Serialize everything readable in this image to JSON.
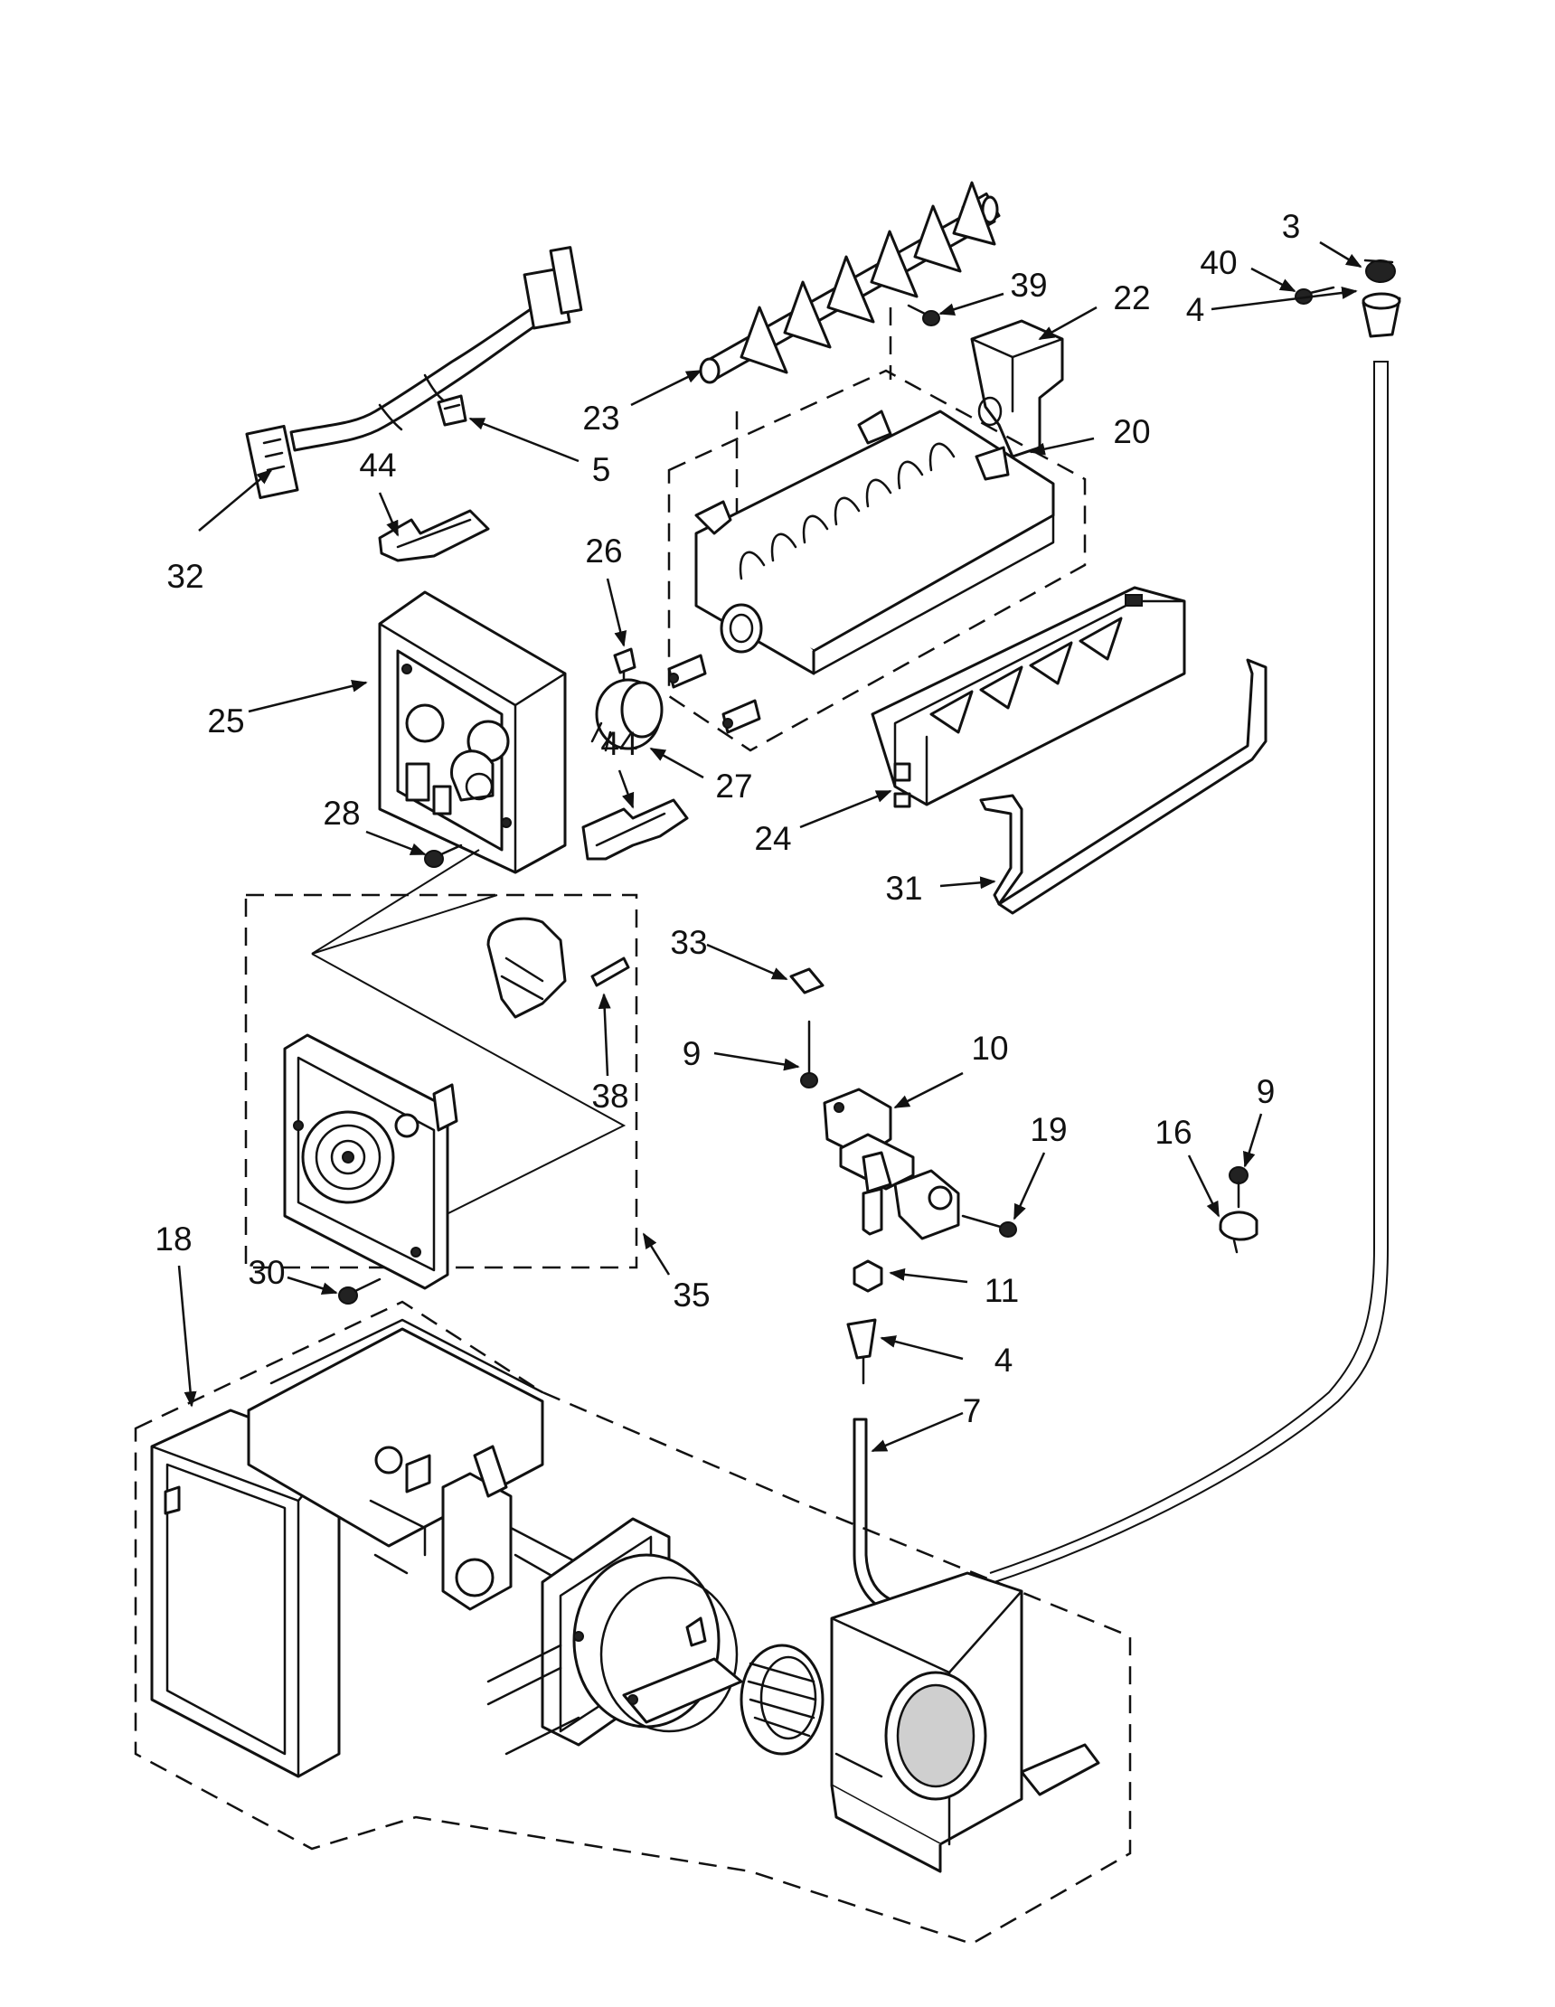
{
  "diagram": {
    "type": "exploded-parts-diagram",
    "callouts": [
      {
        "id": "c3",
        "label": "3"
      },
      {
        "id": "c40",
        "label": "40"
      },
      {
        "id": "c4a",
        "label": "4"
      },
      {
        "id": "c39",
        "label": "39"
      },
      {
        "id": "c22",
        "label": "22"
      },
      {
        "id": "c23",
        "label": "23"
      },
      {
        "id": "c20",
        "label": "20"
      },
      {
        "id": "c5",
        "label": "5"
      },
      {
        "id": "c44a",
        "label": "44"
      },
      {
        "id": "c32",
        "label": "32"
      },
      {
        "id": "c26",
        "label": "26"
      },
      {
        "id": "c25",
        "label": "25"
      },
      {
        "id": "c27",
        "label": "27"
      },
      {
        "id": "c44b",
        "label": "44"
      },
      {
        "id": "c28",
        "label": "28"
      },
      {
        "id": "c24",
        "label": "24"
      },
      {
        "id": "c31",
        "label": "31"
      },
      {
        "id": "c33",
        "label": "33"
      },
      {
        "id": "c9a",
        "label": "9"
      },
      {
        "id": "c10",
        "label": "10"
      },
      {
        "id": "c38",
        "label": "38"
      },
      {
        "id": "c19",
        "label": "19"
      },
      {
        "id": "c9b",
        "label": "9"
      },
      {
        "id": "c16",
        "label": "16"
      },
      {
        "id": "c18",
        "label": "18"
      },
      {
        "id": "c30",
        "label": "30"
      },
      {
        "id": "c35",
        "label": "35"
      },
      {
        "id": "c11",
        "label": "11"
      },
      {
        "id": "c4b",
        "label": "4"
      },
      {
        "id": "c7",
        "label": "7"
      }
    ]
  }
}
